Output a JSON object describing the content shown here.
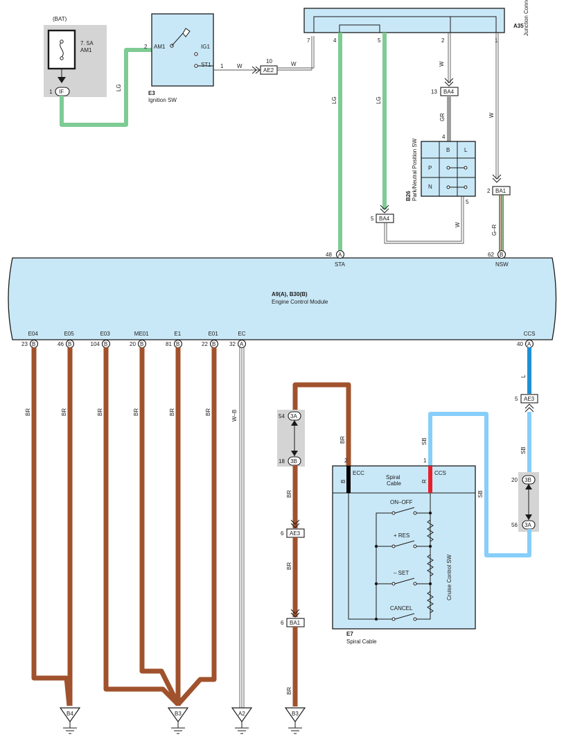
{
  "battery": {
    "label": "(BAT)",
    "fuse_rating": "7. 5A",
    "fuse_name": "AM1",
    "pin": "1",
    "terminal": "IF"
  },
  "ignition": {
    "code": "E3",
    "name": "Ignition SW",
    "am1": "AM1",
    "ig1": "IG1",
    "st1": "ST1",
    "pin_am1": "2",
    "pin_st1": "1"
  },
  "junction": {
    "code": "A35",
    "name": "Junction Connector",
    "pins": [
      "7",
      "4",
      "5",
      "2",
      "1"
    ]
  },
  "ae2": {
    "label": "AE2",
    "pin": "10"
  },
  "ba4_top": {
    "label": "BA4",
    "pin": "13"
  },
  "ba4_mid": {
    "label": "BA4",
    "pin": "5"
  },
  "ba1_top": {
    "label": "BA1",
    "pin": "2"
  },
  "pnp": {
    "code": "B26",
    "name": "Park/Neutral Position SW",
    "col_b": "B",
    "col_l": "L",
    "row_p": "P",
    "row_n": "N",
    "pin_top": "4",
    "pin_bottom": "5"
  },
  "ecm": {
    "code": "A9(A), B30(B)",
    "name": "Engine Control Module",
    "top_pins": [
      {
        "num": "48",
        "conn": "A",
        "term": "STA"
      },
      {
        "num": "62",
        "conn": "B",
        "term": "NSW"
      }
    ],
    "bottom_pins": [
      {
        "num": "23",
        "conn": "B",
        "term": "E04"
      },
      {
        "num": "46",
        "conn": "B",
        "term": "E05"
      },
      {
        "num": "104",
        "conn": "B",
        "term": "E03"
      },
      {
        "num": "20",
        "conn": "B",
        "term": "ME01"
      },
      {
        "num": "81",
        "conn": "B",
        "term": "E1"
      },
      {
        "num": "22",
        "conn": "B",
        "term": "E01"
      },
      {
        "num": "32",
        "conn": "A",
        "term": "EC"
      },
      {
        "num": "40",
        "conn": "A",
        "term": "CCS"
      }
    ]
  },
  "wires": {
    "lg": "LG",
    "w": "W",
    "gr": "GR",
    "gr2": "G–R",
    "br": "BR",
    "wb": "W–B",
    "l": "L",
    "sb": "SB"
  },
  "ae3_right": {
    "label": "AE3",
    "pin": "5"
  },
  "ae3_left": {
    "label": "AE3",
    "pin": "6"
  },
  "ba1_left": {
    "label": "BA1",
    "pin": "6"
  },
  "jc_left": {
    "top_pin": "54",
    "top_label": "3A",
    "bottom_pin": "18",
    "bottom_label": "3B"
  },
  "jc_right": {
    "top_pin": "20",
    "top_label": "3B",
    "bottom_pin": "56",
    "bottom_label": "3A"
  },
  "spiral": {
    "code": "E7",
    "name": "Spiral Cable",
    "inner_name": "Spiral",
    "inner_name2": "Cable",
    "ecc": "ECC",
    "ccs": "CCS",
    "b": "B",
    "r": "R",
    "pin_ecc": "2",
    "pin_ccs": "1",
    "sw_name": "Cruise Control SW",
    "switches": [
      "ON–OFF",
      "+ RES",
      "– SET",
      "CANCEL"
    ]
  },
  "grounds": [
    "B4",
    "B3",
    "A2",
    "B3"
  ],
  "colors": {
    "br": "#a0522d",
    "sb": "#87cefa",
    "lg": "#7ecb94",
    "l": "#1e90d6",
    "box": "#c9e8f7",
    "ecc": "#000000",
    "ccs": "#e8202a"
  }
}
